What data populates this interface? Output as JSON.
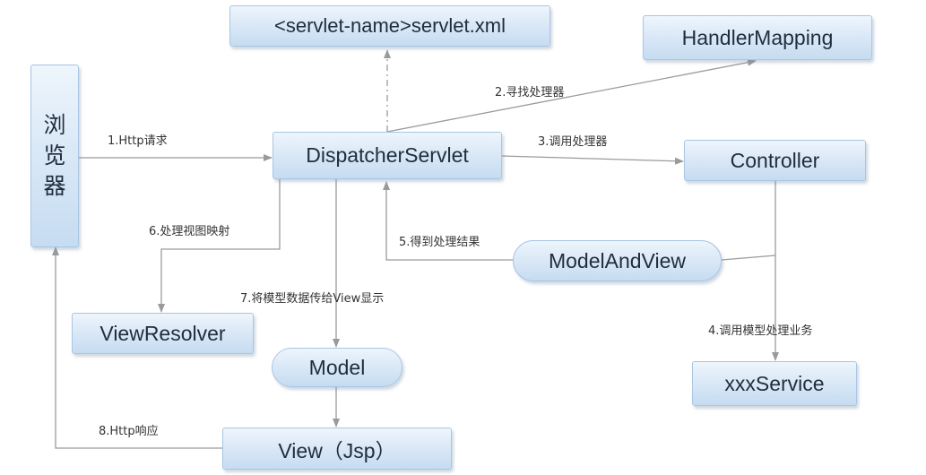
{
  "diagram": {
    "nodes": {
      "browser": [
        "浏",
        "览",
        "器"
      ],
      "servlet_xml": "<servlet-name>servlet.xml",
      "handler_mapping": "HandlerMapping",
      "dispatcher": "DispatcherServlet",
      "controller": "Controller",
      "model_and_view": "ModelAndView",
      "view_resolver": "ViewResolver",
      "model": "Model",
      "xxx_service": "xxxService",
      "view": "View（Jsp）"
    },
    "edge_labels": {
      "e1": "1.Http请求",
      "e2": "2.寻找处理器",
      "e3": "3.调用处理器",
      "e4": "4.调用模型处理业务",
      "e5": "5.得到处理结果",
      "e6": "6.处理视图映射",
      "e7": "7.将模型数据传给View显示",
      "e8": "8.Http响应"
    },
    "colors": {
      "node_fill_top": "#eef5fc",
      "node_fill_bottom": "#c6dcf1",
      "node_border": "#a9c6e4",
      "node_text": "#1f2d3d",
      "arrow": "#9a9a9a",
      "label_text": "#333333"
    }
  }
}
